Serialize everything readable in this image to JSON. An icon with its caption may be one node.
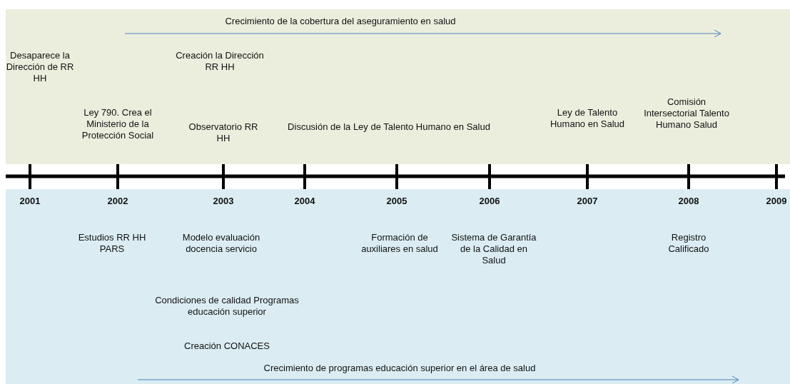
{
  "diagram": {
    "labels": [
      "Crecimiento de la cobertura del aseguramiento en salud",
      "Desaparece la Dirección de RR HH",
      "Creación la Dirección RR HH",
      "Ley 790. Crea el Ministerio de la Protección Social",
      "Observatorio RR HH",
      "Discusión de la Ley de Talento Humano en Salud",
      "Ley de Talento Humano en Salud",
      "Comisión Intersectorial Talento Humano Salud",
      "2001",
      "2002",
      "2003",
      "2004",
      "2005",
      "2006",
      "2007",
      "2008",
      "2009",
      "Estudios RR HH PARS",
      "Modelo evaluación docencia servicio",
      "Formación de auxiliares en salud",
      "Sistema de Garantía de la Calidad en Salud",
      "Registro Calificado",
      "Condiciones de calidad Programas educación superior",
      "Creación CONACES",
      "Crecimiento de programas educación superior en el área de salud"
    ]
  }
}
